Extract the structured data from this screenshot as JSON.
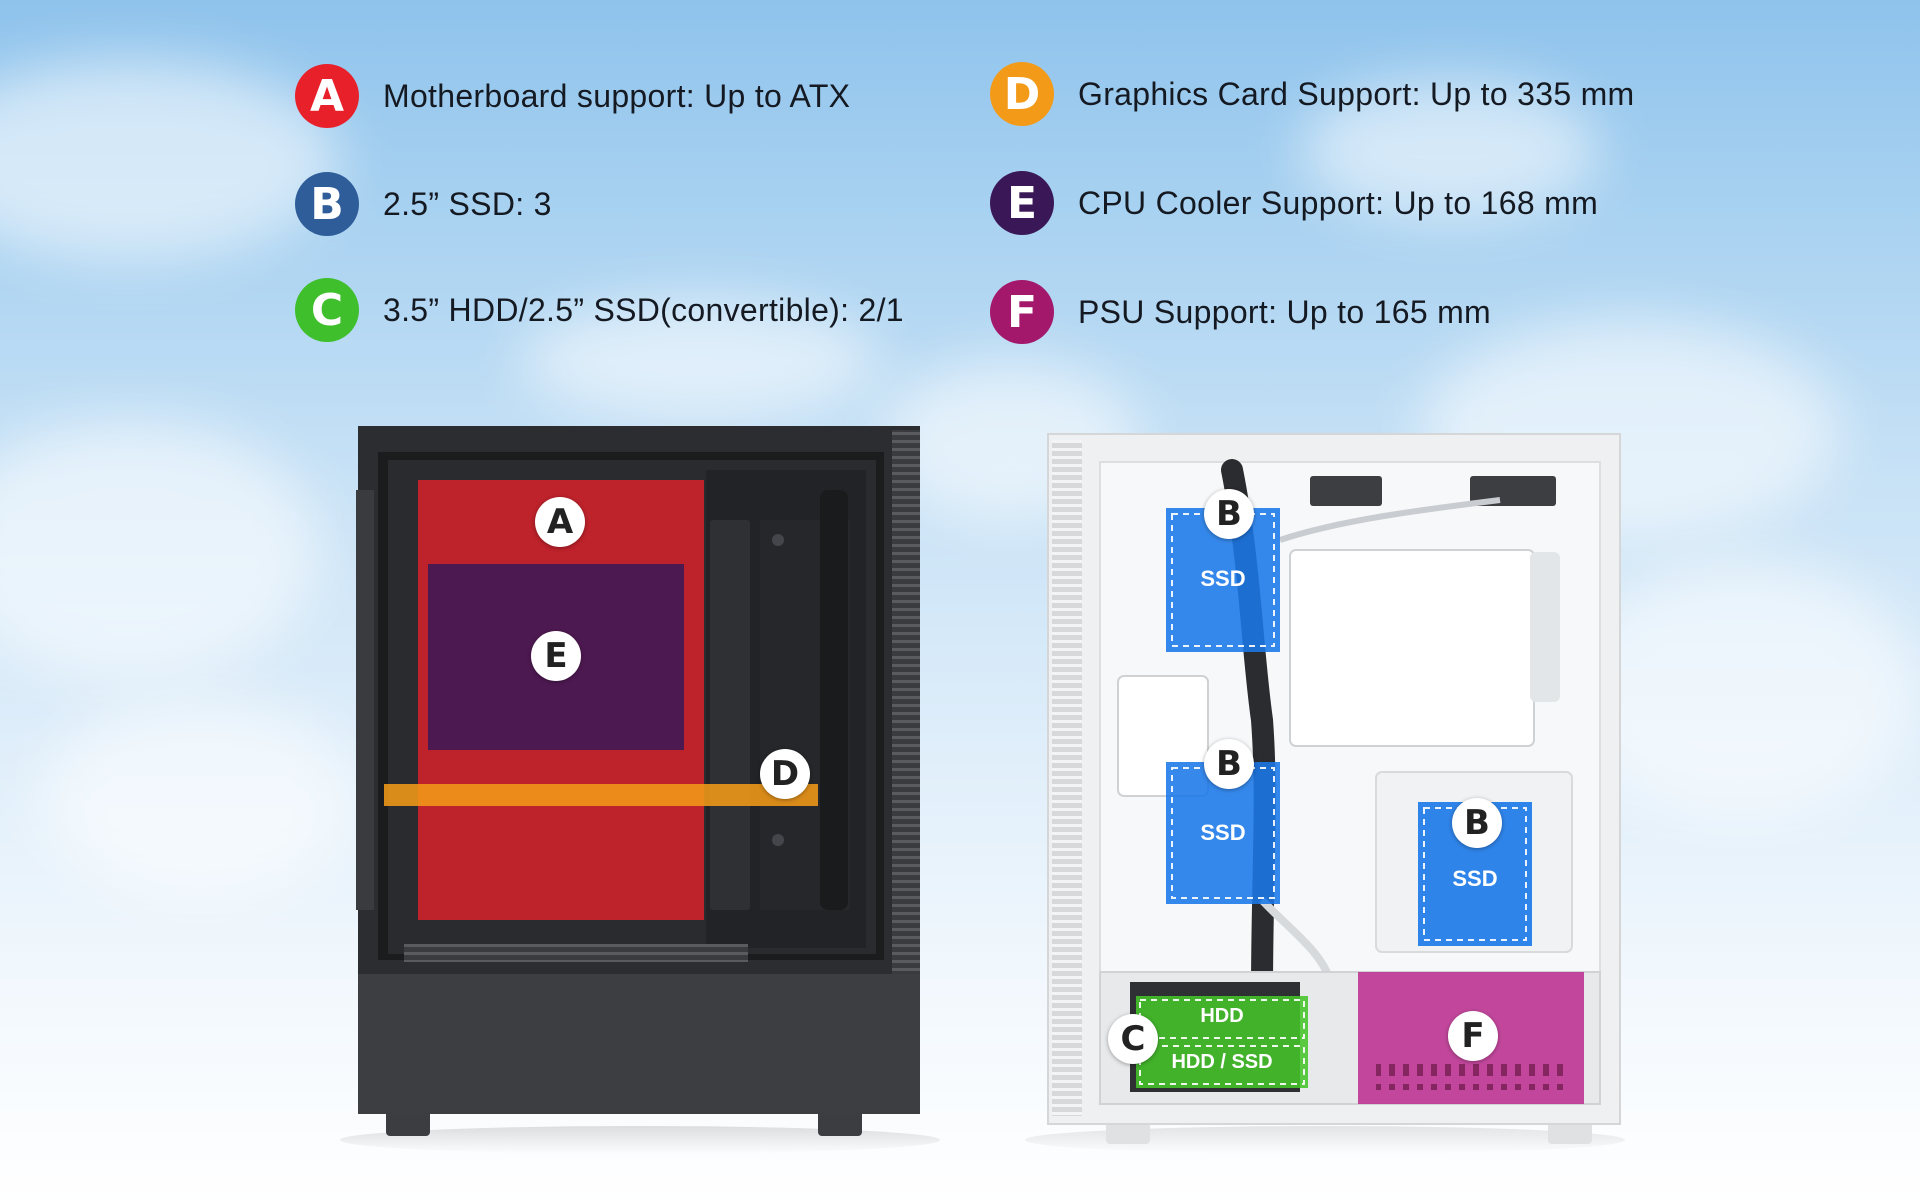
{
  "colors": {
    "A": "#e8202a",
    "B": "#2e5d99",
    "C": "#3fbf2c",
    "D": "#f39a18",
    "E": "#3a1858",
    "F": "#a3186b"
  },
  "specs": [
    {
      "letter": "A",
      "text": "Motherboard support: Up to ATX"
    },
    {
      "letter": "B",
      "text": "2.5” SSD:  3"
    },
    {
      "letter": "C",
      "text": "3.5” HDD/2.5” SSD(convertible): 2/1"
    },
    {
      "letter": "D",
      "text": "Graphics Card Support: Up to 335 mm"
    },
    {
      "letter": "E",
      "text": "CPU Cooler Support: Up to 168 mm"
    },
    {
      "letter": "F",
      "text": "PSU Support: Up to 165 mm"
    }
  ],
  "markers": {
    "left_a": "A",
    "left_e": "E",
    "left_d": "D",
    "right_b1": "B",
    "right_b2": "B",
    "right_b3": "B",
    "right_c": "C",
    "right_f": "F"
  },
  "zone_labels": {
    "ssd_1": "SSD",
    "ssd_2": "SSD",
    "ssd_3": "SSD",
    "hdd": "HDD",
    "hdd_ssd": "HDD / SSD"
  }
}
